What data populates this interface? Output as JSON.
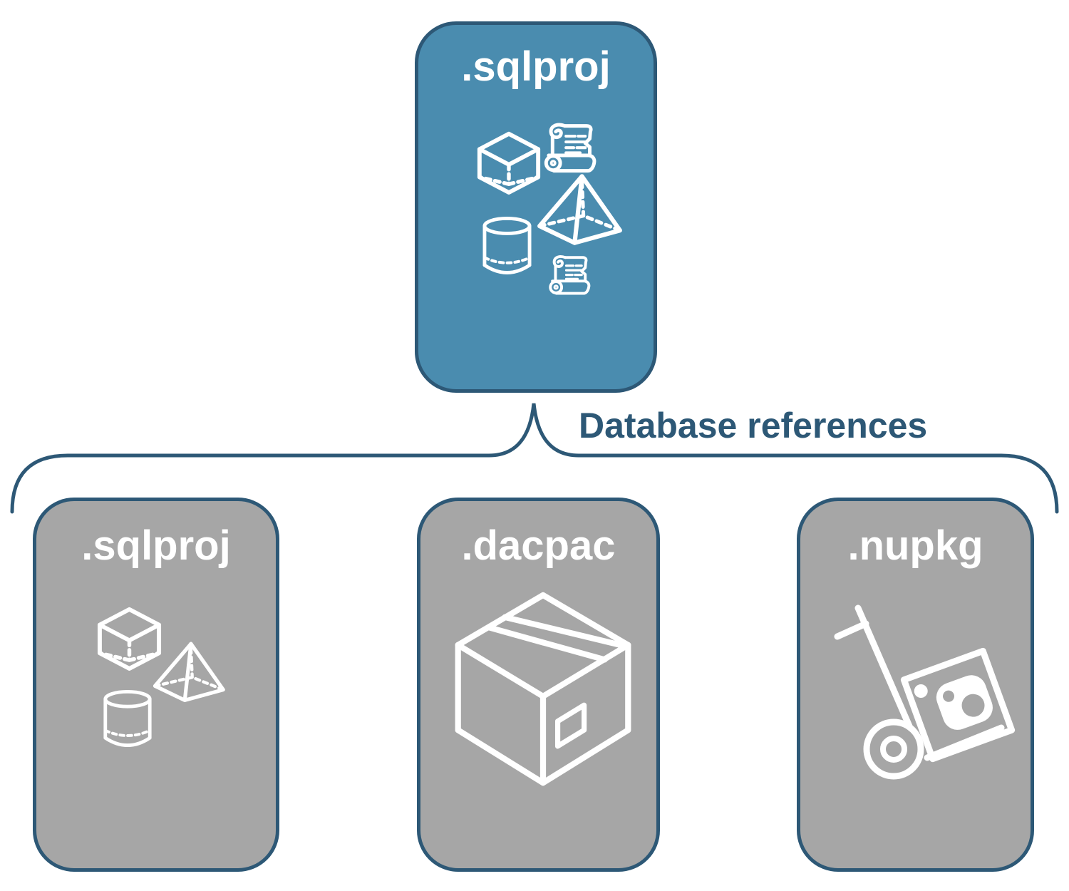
{
  "colors": {
    "background": "#ffffff",
    "parent_fill": "#4a8caf",
    "child_fill": "#a6a6a6",
    "stroke": "#2d5876",
    "icon_stroke": "#ffffff",
    "label_text": "#ffffff"
  },
  "parent": {
    "label": ".sqlproj",
    "icons": [
      "cube-icon",
      "scroll-icon",
      "pyramid-icon",
      "cylinder-icon",
      "scroll-icon"
    ]
  },
  "connector": {
    "label": "Database references"
  },
  "children": [
    {
      "label": ".sqlproj",
      "icons": [
        "cube-icon",
        "pyramid-icon",
        "cylinder-icon"
      ]
    },
    {
      "label": ".dacpac",
      "icons": [
        "package-box-icon"
      ]
    },
    {
      "label": ".nupkg",
      "icons": [
        "hand-truck-nuget-package-icon"
      ]
    }
  ]
}
